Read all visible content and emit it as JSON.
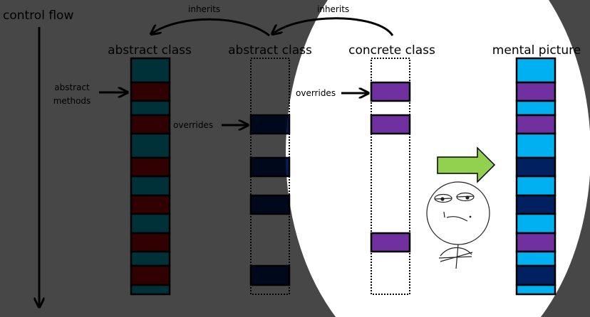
{
  "control_flow_label": "control flow",
  "inherits_labels": [
    "inherits",
    "inherits"
  ],
  "columns": [
    {
      "title": "abstract class",
      "kind": "solid",
      "segments": [
        "teal",
        "maroon",
        "teal",
        "maroon",
        "teal",
        "maroon",
        "teal",
        "maroon",
        "teal",
        "maroon",
        "teal",
        "maroon",
        "teal"
      ]
    },
    {
      "title": "abstract class",
      "kind": "dotted",
      "segments": [
        null,
        null,
        null,
        "navy",
        null,
        "navy",
        null,
        "navy",
        null,
        null,
        null,
        "navy",
        null
      ]
    },
    {
      "title": "concrete class",
      "kind": "dotted",
      "segments": [
        null,
        "purple",
        null,
        "purple",
        null,
        null,
        null,
        null,
        null,
        "purple",
        null,
        null,
        null
      ]
    },
    {
      "title": "mental picture",
      "kind": "solid",
      "segments": [
        "cyan",
        "purple",
        "cyan",
        "purple",
        "cyan",
        "navy",
        "cyan",
        "navy",
        "cyan",
        "purple",
        "cyan",
        "navy",
        "cyan"
      ]
    }
  ],
  "annotations": {
    "abstract_methods": [
      "abstract",
      "methods"
    ],
    "overrides_1": "overrides",
    "overrides_2": "overrides"
  },
  "colors": {
    "teal": "#00B0F0",
    "maroon": "#C00000",
    "navy": "#002060",
    "purple": "#7030A0",
    "cyan": "#00B0F0",
    "arrow_green": "#92D050",
    "dim_overlay": "#000000"
  },
  "icons": {
    "transform_arrow": "green-right-arrow-icon",
    "face": "challenge-accepted-face-icon"
  }
}
